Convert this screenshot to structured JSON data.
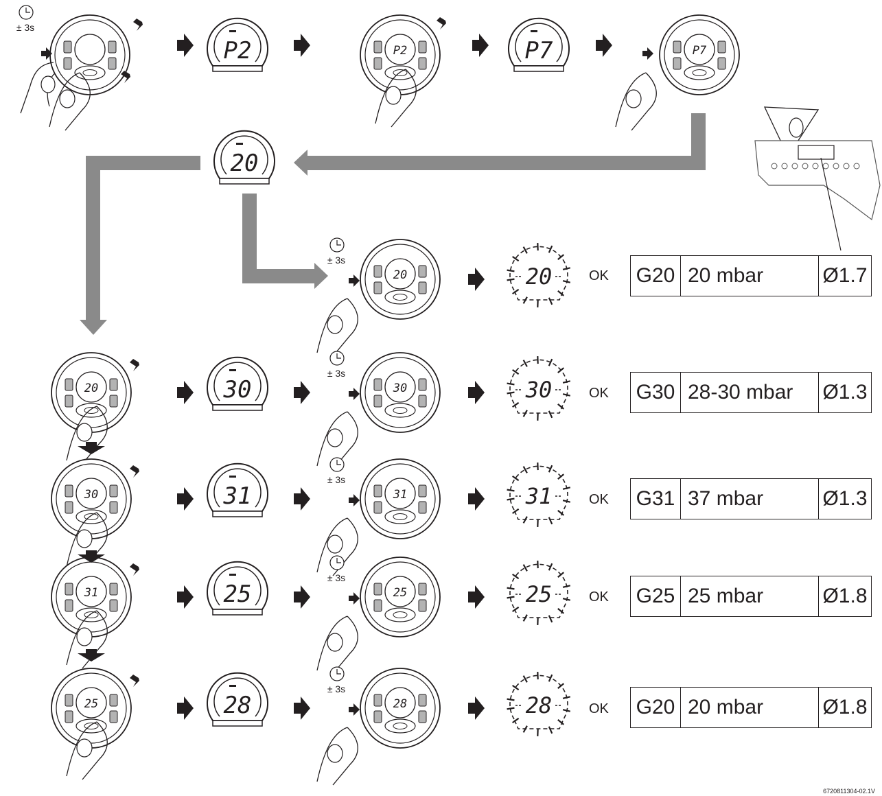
{
  "timer_label": "± 3s",
  "ok_label": "OK",
  "program_codes": [
    "P2",
    "P7"
  ],
  "table_rows": [
    {
      "gas": "G20",
      "pressure": "20 mbar",
      "nozzle": "Ø1.7",
      "display": "20"
    },
    {
      "gas": "G30",
      "pressure": "28-30 mbar",
      "nozzle": "Ø1.3",
      "display": "30"
    },
    {
      "gas": "G31",
      "pressure": "37 mbar",
      "nozzle": "Ø1.3",
      "display": "31"
    },
    {
      "gas": "G25",
      "pressure": "25 mbar",
      "nozzle": "Ø1.8",
      "display": "25"
    },
    {
      "gas": "G20",
      "pressure": "20 mbar",
      "nozzle": "Ø1.8",
      "display": "28"
    }
  ],
  "center_display": "20",
  "doc_ref": "6720811304-02.1V",
  "colors": {
    "flow_arrow": "#8a8a8a",
    "line": "#231f20",
    "button": "#b3b3b3"
  }
}
